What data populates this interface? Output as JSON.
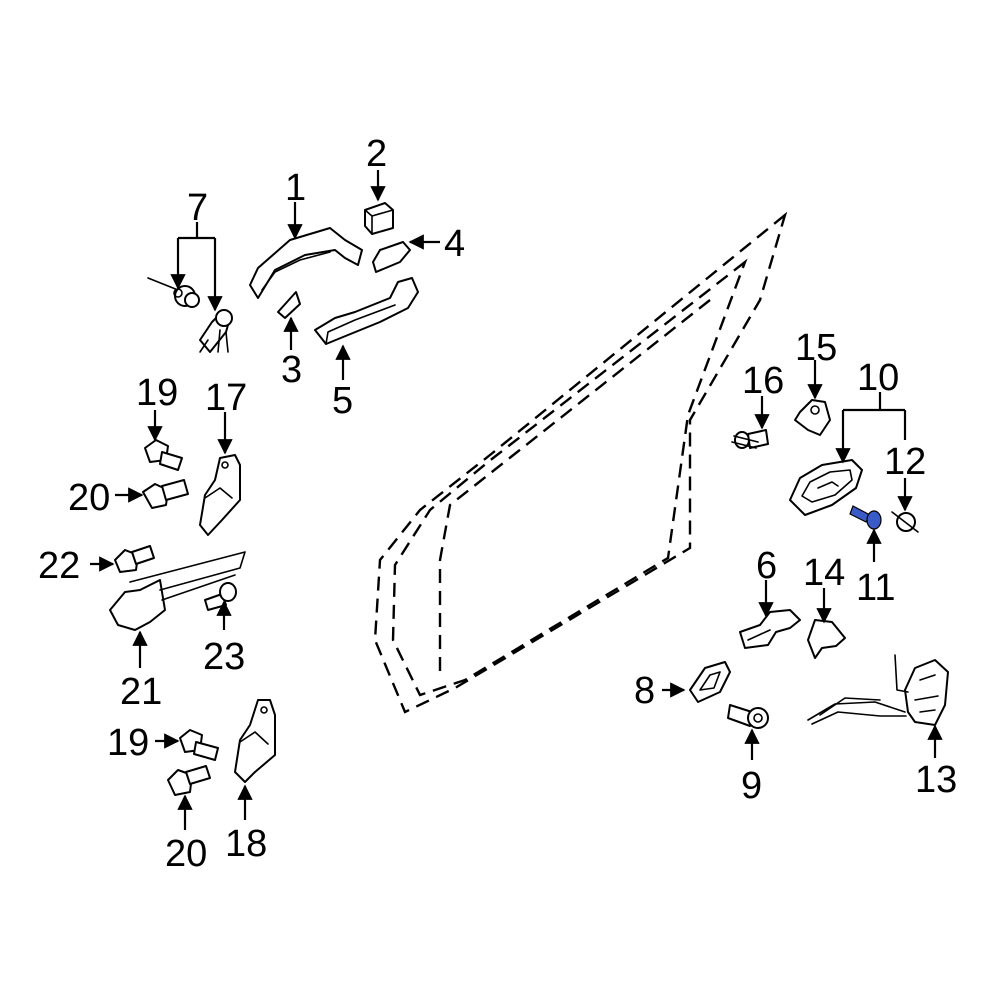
{
  "callouts": {
    "c1": "1",
    "c2": "2",
    "c3": "3",
    "c4": "4",
    "c5": "5",
    "c6": "6",
    "c7": "7",
    "c8": "8",
    "c9": "9",
    "c10": "10",
    "c11": "11",
    "c12": "12",
    "c13": "13",
    "c14": "14",
    "c15": "15",
    "c16": "16",
    "c17": "17",
    "c18": "18",
    "c19a": "19",
    "c19b": "19",
    "c20a": "20",
    "c20b": "20",
    "c21": "21",
    "c22": "22",
    "c23": "23"
  },
  "colors": {
    "highlight": "#3a5bc7",
    "line": "#000000",
    "background": "#ffffff"
  }
}
